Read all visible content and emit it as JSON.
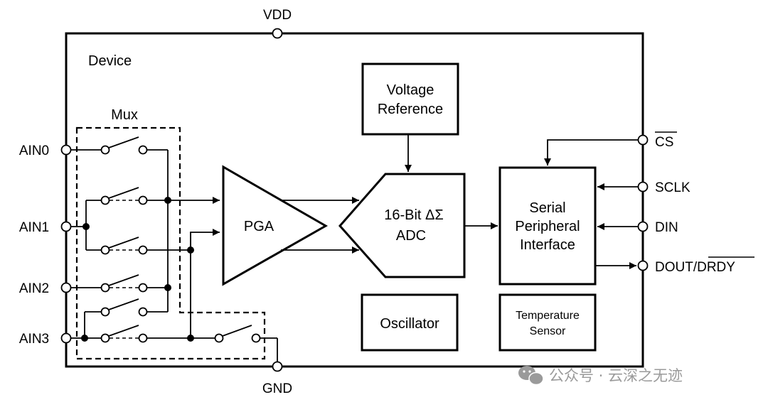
{
  "pins": {
    "vdd": "VDD",
    "gnd": "GND",
    "ain0": "AIN0",
    "ain1": "AIN1",
    "ain2": "AIN2",
    "ain3": "AIN3",
    "cs": "CS",
    "sclk": "SCLK",
    "din": "DIN",
    "dout_prefix": "DOUT/",
    "drdy": "DRDY"
  },
  "labels": {
    "device": "Device",
    "mux": "Mux"
  },
  "blocks": {
    "voltage_reference": [
      "Voltage",
      "Reference"
    ],
    "pga": "PGA",
    "adc": [
      "16-Bit ΔΣ",
      "ADC"
    ],
    "spi": [
      "Serial",
      "Peripheral",
      "Interface"
    ],
    "oscillator": "Oscillator",
    "temperature_sensor": [
      "Temperature",
      "Sensor"
    ]
  },
  "watermark": "公众号 · 云深之无迹"
}
